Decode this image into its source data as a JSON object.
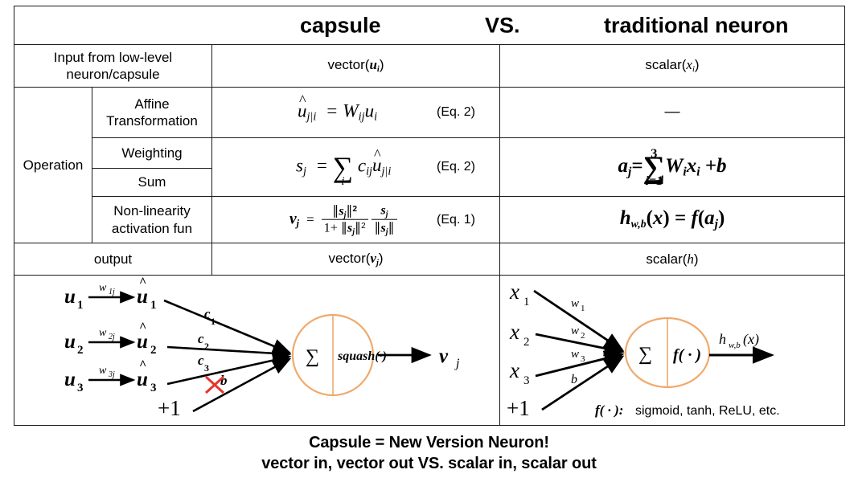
{
  "header": {
    "left_blank": "",
    "capsule": "capsule",
    "vs": "VS.",
    "traditional": "traditional neuron"
  },
  "rows": {
    "input": {
      "label_line1": "Input from low-level",
      "label_line2": "neuron/capsule",
      "capsule_value": "vector(",
      "capsule_var": "u",
      "capsule_sub": "i",
      "capsule_close": ")",
      "neuron_value": "scalar(",
      "neuron_var": "x",
      "neuron_sub": "i",
      "neuron_close": ")"
    },
    "operation_label": "Operation",
    "affine": {
      "label_line1": "Affine",
      "label_line2": "Transformation",
      "eq_number": "(Eq. 2)",
      "neuron_value": "—"
    },
    "weighting": {
      "label": "Weighting"
    },
    "sum": {
      "label": "Sum",
      "eq_number": "(Eq. 2)"
    },
    "nonlinearity": {
      "label_line1": "Non-linearity",
      "label_line2": "activation fun",
      "eq_number": "(Eq. 1)"
    },
    "output": {
      "label": "output",
      "capsule_value": "vector(",
      "capsule_var": "v",
      "capsule_sub": "j",
      "capsule_close": ")",
      "neuron_value": "scalar(",
      "neuron_var": "h",
      "neuron_close": ")"
    }
  },
  "capsule_diagram": {
    "inputs": [
      "u",
      "u",
      "u"
    ],
    "input_subs": [
      "1",
      "2",
      "3"
    ],
    "weights": [
      "w",
      "w",
      "w"
    ],
    "weight_subs": [
      "1j",
      "2j",
      "3j"
    ],
    "uhats": [
      "1",
      "2",
      "3"
    ],
    "coeffs": [
      "c",
      "c",
      "c"
    ],
    "coeff_subs": [
      "1",
      "2",
      "3"
    ],
    "bias_label": "b",
    "bias_input": "+1",
    "bias_crossed": true,
    "node_sum": "∑",
    "node_fn": "squash(·)",
    "output_var": "v",
    "output_sub": "j"
  },
  "neuron_diagram": {
    "inputs": [
      "x",
      "x",
      "x"
    ],
    "input_subs": [
      "1",
      "2",
      "3"
    ],
    "weights": [
      "w",
      "w",
      "w"
    ],
    "weight_subs": [
      "1",
      "2",
      "3"
    ],
    "bias_label": "b",
    "bias_input": "+1",
    "node_sum": "∑",
    "node_fn": "f( · )",
    "output_label": "h",
    "output_sub": "w,b",
    "output_arg": "(x)",
    "footnote_fn": "f( · ):",
    "footnote_text": "sigmoid, tanh, ReLU, etc."
  },
  "caption": {
    "line1": "Capsule = New Version Neuron!",
    "line2": "vector in, vector out  VS.  scalar in, scalar out"
  },
  "colors": {
    "node_stroke": "#F0A96B",
    "cross_red": "#E8352A",
    "border": "#1a1a1a",
    "text": "#000000"
  }
}
